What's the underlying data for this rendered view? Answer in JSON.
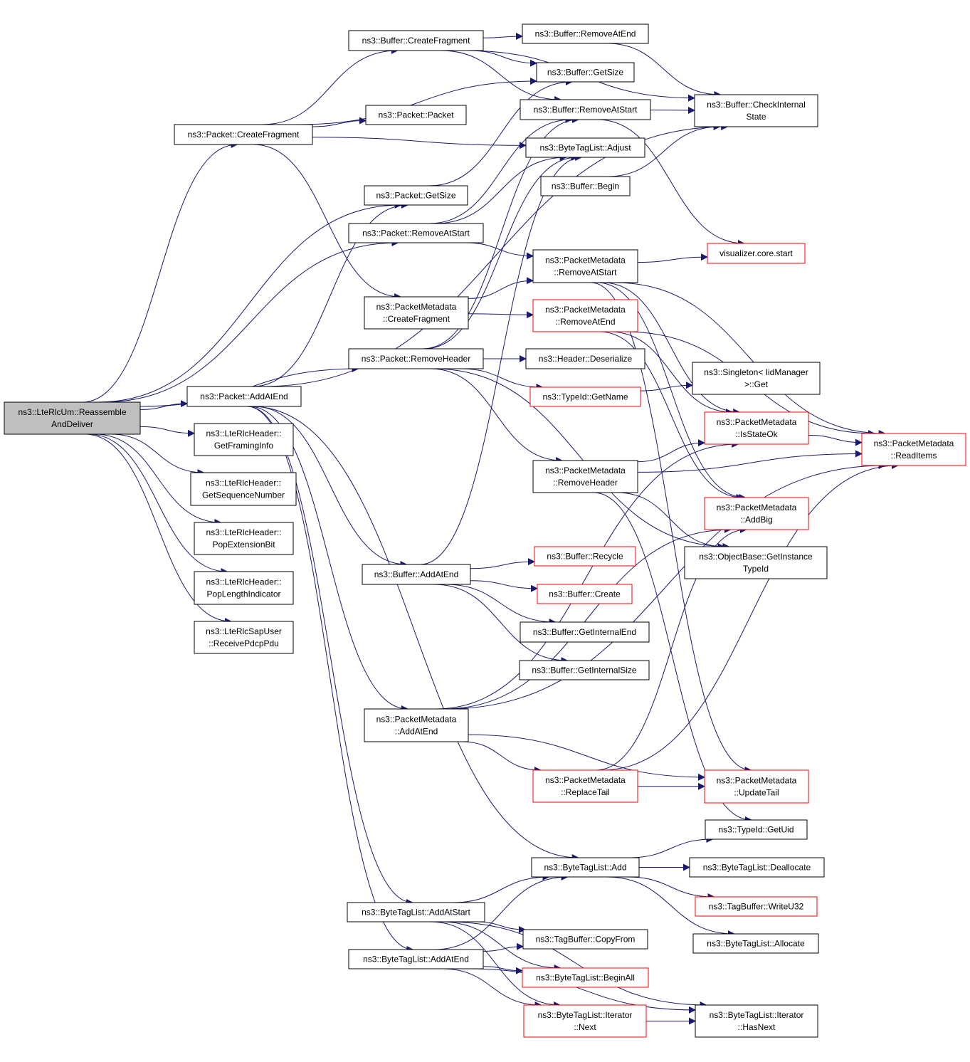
{
  "colors": {
    "edge": "#191970",
    "border_default": "#000000",
    "border_truncated": "#ff0000",
    "root_fill": "#bfbfbf",
    "node_fill": "#ffffff"
  },
  "nodes": [
    {
      "id": "root",
      "lines": [
        "ns3::LteRlcUm::Reassemble",
        "AndDeliver"
      ],
      "style": "root"
    },
    {
      "id": "pkt_createfragment",
      "lines": [
        "ns3::Packet::CreateFragment"
      ],
      "style": "normal"
    },
    {
      "id": "pkt_getsize",
      "lines": [
        "ns3::Packet::GetSize"
      ],
      "style": "normal"
    },
    {
      "id": "pkt_removeatstart",
      "lines": [
        "ns3::Packet::RemoveAtStart"
      ],
      "style": "normal"
    },
    {
      "id": "pkt_removeheader",
      "lines": [
        "ns3::Packet::RemoveHeader"
      ],
      "style": "normal"
    },
    {
      "id": "pkt_addatend",
      "lines": [
        "ns3::Packet::AddAtEnd"
      ],
      "style": "normal"
    },
    {
      "id": "hdr_getframinginfo",
      "lines": [
        "ns3::LteRlcHeader::",
        "GetFramingInfo"
      ],
      "style": "normal"
    },
    {
      "id": "hdr_getseqnum",
      "lines": [
        "ns3::LteRlcHeader::",
        "GetSequenceNumber"
      ],
      "style": "normal"
    },
    {
      "id": "hdr_popextbit",
      "lines": [
        "ns3::LteRlcHeader::",
        "PopExtensionBit"
      ],
      "style": "normal"
    },
    {
      "id": "hdr_poplenind",
      "lines": [
        "ns3::LteRlcHeader::",
        "PopLengthIndicator"
      ],
      "style": "normal"
    },
    {
      "id": "sap_receivepdcp",
      "lines": [
        "ns3::LteRlcSapUser",
        "::ReceivePdcpPdu"
      ],
      "style": "normal"
    },
    {
      "id": "buf_createfragment",
      "lines": [
        "ns3::Buffer::CreateFragment"
      ],
      "style": "normal"
    },
    {
      "id": "pkt_packet",
      "lines": [
        "ns3::Packet::Packet"
      ],
      "style": "normal"
    },
    {
      "id": "pm_createfragment",
      "lines": [
        "ns3::PacketMetadata",
        "::CreateFragment"
      ],
      "style": "normal"
    },
    {
      "id": "buf_addatend",
      "lines": [
        "ns3::Buffer::AddAtEnd"
      ],
      "style": "normal"
    },
    {
      "id": "pm_addatend",
      "lines": [
        "ns3::PacketMetadata",
        "::AddAtEnd"
      ],
      "style": "normal"
    },
    {
      "id": "btl_addatstart",
      "lines": [
        "ns3::ByteTagList::AddAtStart"
      ],
      "style": "normal"
    },
    {
      "id": "btl_addatend",
      "lines": [
        "ns3::ByteTagList::AddAtEnd"
      ],
      "style": "normal"
    },
    {
      "id": "buf_removeatend",
      "lines": [
        "ns3::Buffer::RemoveAtEnd"
      ],
      "style": "normal"
    },
    {
      "id": "buf_getsize",
      "lines": [
        "ns3::Buffer::GetSize"
      ],
      "style": "normal"
    },
    {
      "id": "buf_removeatstart",
      "lines": [
        "ns3::Buffer::RemoveAtStart"
      ],
      "style": "normal"
    },
    {
      "id": "btl_adjust",
      "lines": [
        "ns3::ByteTagList::Adjust"
      ],
      "style": "normal"
    },
    {
      "id": "buf_begin",
      "lines": [
        "ns3::Buffer::Begin"
      ],
      "style": "normal"
    },
    {
      "id": "pm_removeatstart",
      "lines": [
        "ns3::PacketMetadata",
        "::RemoveAtStart"
      ],
      "style": "normal"
    },
    {
      "id": "pm_removeatend",
      "lines": [
        "ns3::PacketMetadata",
        "::RemoveAtEnd"
      ],
      "style": "truncated"
    },
    {
      "id": "hdr_deserialize",
      "lines": [
        "ns3::Header::Deserialize"
      ],
      "style": "normal"
    },
    {
      "id": "tid_getname",
      "lines": [
        "ns3::TypeId::GetName"
      ],
      "style": "truncated"
    },
    {
      "id": "pm_removeheader",
      "lines": [
        "ns3::PacketMetadata",
        "::RemoveHeader"
      ],
      "style": "normal"
    },
    {
      "id": "buf_recycle",
      "lines": [
        "ns3::Buffer::Recycle"
      ],
      "style": "truncated"
    },
    {
      "id": "buf_create",
      "lines": [
        "ns3::Buffer::Create"
      ],
      "style": "truncated"
    },
    {
      "id": "buf_getinternalend",
      "lines": [
        "ns3::Buffer::GetInternalEnd"
      ],
      "style": "normal"
    },
    {
      "id": "buf_getinternalsize",
      "lines": [
        "ns3::Buffer::GetInternalSize"
      ],
      "style": "normal"
    },
    {
      "id": "pm_replacetail",
      "lines": [
        "ns3::PacketMetadata",
        "::ReplaceTail"
      ],
      "style": "truncated"
    },
    {
      "id": "btl_add",
      "lines": [
        "ns3::ByteTagList::Add"
      ],
      "style": "normal"
    },
    {
      "id": "tb_copyfrom",
      "lines": [
        "ns3::TagBuffer::CopyFrom"
      ],
      "style": "normal"
    },
    {
      "id": "btl_beginall",
      "lines": [
        "ns3::ByteTagList::BeginAll"
      ],
      "style": "truncated"
    },
    {
      "id": "btl_iter_next",
      "lines": [
        "ns3::ByteTagList::Iterator",
        "::Next"
      ],
      "style": "truncated"
    },
    {
      "id": "buf_checkinternal",
      "lines": [
        "ns3::Buffer::CheckInternal",
        "State"
      ],
      "style": "normal"
    },
    {
      "id": "vis_core_start",
      "lines": [
        "visualizer.core.start"
      ],
      "style": "truncated"
    },
    {
      "id": "singleton_get",
      "lines": [
        "ns3::Singleton< IidManager",
        ">::Get"
      ],
      "style": "normal"
    },
    {
      "id": "pm_isstateok",
      "lines": [
        "ns3::PacketMetadata",
        "::IsStateOk"
      ],
      "style": "truncated"
    },
    {
      "id": "pm_addbig",
      "lines": [
        "ns3::PacketMetadata",
        "::AddBig"
      ],
      "style": "truncated"
    },
    {
      "id": "ob_getinstancetypeid",
      "lines": [
        "ns3::ObjectBase::GetInstance",
        "TypeId"
      ],
      "style": "normal"
    },
    {
      "id": "pm_updatetail",
      "lines": [
        "ns3::PacketMetadata",
        "::UpdateTail"
      ],
      "style": "truncated"
    },
    {
      "id": "tid_getuid",
      "lines": [
        "ns3::TypeId::GetUid"
      ],
      "style": "normal"
    },
    {
      "id": "btl_deallocate",
      "lines": [
        "ns3::ByteTagList::Deallocate"
      ],
      "style": "normal"
    },
    {
      "id": "tb_writeu32",
      "lines": [
        "ns3::TagBuffer::WriteU32"
      ],
      "style": "truncated"
    },
    {
      "id": "btl_allocate",
      "lines": [
        "ns3::ByteTagList::Allocate"
      ],
      "style": "normal"
    },
    {
      "id": "btl_iter_hasnext",
      "lines": [
        "ns3::ByteTagList::Iterator",
        "::HasNext"
      ],
      "style": "normal"
    },
    {
      "id": "pm_readitems",
      "lines": [
        "ns3::PacketMetadata",
        "::ReadItems"
      ],
      "style": "truncated"
    }
  ],
  "edges": [
    [
      "root",
      "pkt_createfragment"
    ],
    [
      "root",
      "pkt_getsize"
    ],
    [
      "root",
      "pkt_removeatstart"
    ],
    [
      "root",
      "pkt_removeheader"
    ],
    [
      "root",
      "pkt_addatend"
    ],
    [
      "root",
      "hdr_getframinginfo"
    ],
    [
      "root",
      "hdr_getseqnum"
    ],
    [
      "root",
      "hdr_popextbit"
    ],
    [
      "root",
      "hdr_poplenind"
    ],
    [
      "root",
      "sap_receivepdcp"
    ],
    [
      "pkt_createfragment",
      "buf_createfragment"
    ],
    [
      "pkt_createfragment",
      "buf_getsize"
    ],
    [
      "pkt_createfragment",
      "pkt_packet"
    ],
    [
      "pkt_createfragment",
      "btl_adjust"
    ],
    [
      "pkt_createfragment",
      "pm_createfragment"
    ],
    [
      "buf_createfragment",
      "buf_removeatend"
    ],
    [
      "buf_createfragment",
      "buf_getsize"
    ],
    [
      "buf_createfragment",
      "buf_removeatstart"
    ],
    [
      "buf_createfragment",
      "buf_checkinternal"
    ],
    [
      "buf_removeatend",
      "buf_checkinternal"
    ],
    [
      "buf_removeatstart",
      "buf_checkinternal"
    ],
    [
      "buf_removeatstart",
      "vis_core_start"
    ],
    [
      "buf_begin",
      "buf_checkinternal"
    ],
    [
      "pkt_getsize",
      "buf_getsize"
    ],
    [
      "pkt_removeatstart",
      "buf_removeatstart"
    ],
    [
      "pkt_removeatstart",
      "btl_adjust"
    ],
    [
      "pkt_removeatstart",
      "pm_removeatstart"
    ],
    [
      "pm_createfragment",
      "pm_removeatstart"
    ],
    [
      "pm_createfragment",
      "pm_removeatend"
    ],
    [
      "pkt_removeheader",
      "hdr_deserialize"
    ],
    [
      "pkt_removeheader",
      "tid_getname"
    ],
    [
      "pkt_removeheader",
      "pm_removeheader"
    ],
    [
      "pkt_removeheader",
      "buf_removeatstart"
    ],
    [
      "pkt_removeheader",
      "btl_adjust"
    ],
    [
      "pkt_removeheader",
      "ob_getinstancetypeid"
    ],
    [
      "pkt_addatend",
      "pkt_getsize"
    ],
    [
      "pkt_addatend",
      "buf_checkinternal"
    ],
    [
      "pkt_addatend",
      "buf_addatend"
    ],
    [
      "pkt_addatend",
      "pm_addatend"
    ],
    [
      "pkt_addatend",
      "btl_add"
    ],
    [
      "pkt_addatend",
      "btl_addatstart"
    ],
    [
      "pkt_addatend",
      "btl_addatend"
    ],
    [
      "pm_removeatstart",
      "vis_core_start"
    ],
    [
      "pm_removeatstart",
      "pm_readitems"
    ],
    [
      "pm_removeatstart",
      "pm_isstateok"
    ],
    [
      "pm_removeatstart",
      "pm_addbig"
    ],
    [
      "pm_removeatstart",
      "pm_updatetail"
    ],
    [
      "pm_removeatend",
      "pm_readitems"
    ],
    [
      "pm_removeatend",
      "pm_isstateok"
    ],
    [
      "pm_removeatend",
      "pm_addbig"
    ],
    [
      "tid_getname",
      "singleton_get"
    ],
    [
      "pm_removeheader",
      "pm_isstateok"
    ],
    [
      "pm_removeheader",
      "pm_readitems"
    ],
    [
      "pm_removeheader",
      "ob_getinstancetypeid"
    ],
    [
      "pm_removeheader",
      "tid_getuid"
    ],
    [
      "pm_isstateok",
      "pm_readitems"
    ],
    [
      "buf_addatend",
      "btl_adjust"
    ],
    [
      "buf_addatend",
      "buf_recycle"
    ],
    [
      "buf_addatend",
      "buf_create"
    ],
    [
      "buf_addatend",
      "buf_getinternalend"
    ],
    [
      "buf_addatend",
      "buf_getinternalsize"
    ],
    [
      "pm_addatend",
      "pm_isstateok"
    ],
    [
      "pm_addatend",
      "pm_addbig"
    ],
    [
      "pm_addatend",
      "pm_readitems"
    ],
    [
      "pm_addatend",
      "pm_replacetail"
    ],
    [
      "pm_addatend",
      "pm_updatetail"
    ],
    [
      "pm_replacetail",
      "pm_readitems"
    ],
    [
      "pm_replacetail",
      "pm_addbig"
    ],
    [
      "pm_replacetail",
      "pm_updatetail"
    ],
    [
      "btl_add",
      "tid_getuid"
    ],
    [
      "btl_add",
      "btl_deallocate"
    ],
    [
      "btl_add",
      "tb_writeu32"
    ],
    [
      "btl_add",
      "btl_allocate"
    ],
    [
      "btl_addatstart",
      "btl_add"
    ],
    [
      "btl_addatstart",
      "tb_copyfrom"
    ],
    [
      "btl_addatstart",
      "btl_beginall"
    ],
    [
      "btl_addatstart",
      "btl_iter_next"
    ],
    [
      "btl_addatstart",
      "btl_iter_hasnext"
    ],
    [
      "btl_addatend",
      "btl_add"
    ],
    [
      "btl_addatend",
      "tb_copyfrom"
    ],
    [
      "btl_addatend",
      "btl_beginall"
    ],
    [
      "btl_addatend",
      "btl_iter_next"
    ],
    [
      "btl_addatend",
      "btl_iter_hasnext"
    ],
    [
      "btl_iter_next",
      "btl_iter_hasnext"
    ]
  ]
}
